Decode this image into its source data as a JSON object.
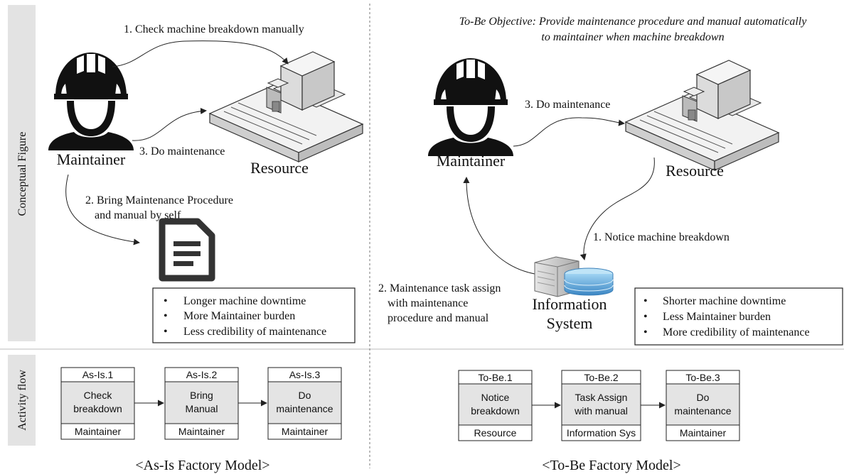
{
  "side_labels": {
    "conceptual": "Conceptual Figure",
    "activity": "Activity flow"
  },
  "as_is": {
    "maintainer": "Maintainer",
    "resource": "Resource",
    "step1": "1. Check machine breakdown manually",
    "step2_line1": "2. Bring Maintenance Procedure",
    "step2_line2": "and manual by self",
    "step3": "3. Do maintenance",
    "bullets": [
      "Longer machine downtime",
      "More Maintainer burden",
      "Less credibility  of maintenance"
    ],
    "flow": [
      {
        "header": "As-Is.1",
        "body": [
          "Check",
          "breakdown"
        ],
        "actor": "Maintainer"
      },
      {
        "header": "As-Is.2",
        "body": [
          "Bring",
          "Manual"
        ],
        "actor": "Maintainer"
      },
      {
        "header": "As-Is.3",
        "body": [
          "Do",
          "maintenance"
        ],
        "actor": "Maintainer"
      }
    ],
    "caption": "<As-Is Factory Model>"
  },
  "to_be": {
    "objective_line1": "To-Be Objective: Provide maintenance procedure and manual automatically",
    "objective_line2": "to maintainer when machine breakdown",
    "maintainer": "Maintainer",
    "resource": "Resource",
    "step1": "1. Notice machine breakdown",
    "step2_line1": "2. Maintenance task assign",
    "step2_line2": "with maintenance",
    "step2_line3": "procedure and manual",
    "step3": "3. Do maintenance",
    "info_line1": "Information",
    "info_line2": "System",
    "bullets": [
      "Shorter machine downtime",
      "Less Maintainer burden",
      "More credibility  of maintenance"
    ],
    "flow": [
      {
        "header": "To-Be.1",
        "body": [
          "Notice",
          "breakdown"
        ],
        "actor": "Resource"
      },
      {
        "header": "To-Be.2",
        "body": [
          "Task Assign",
          "with manual"
        ],
        "actor": "Information Sys"
      },
      {
        "header": "To-Be.3",
        "body": [
          "Do",
          "maintenance"
        ],
        "actor": "Maintainer"
      }
    ],
    "caption": "<To-Be Factory Model>"
  }
}
